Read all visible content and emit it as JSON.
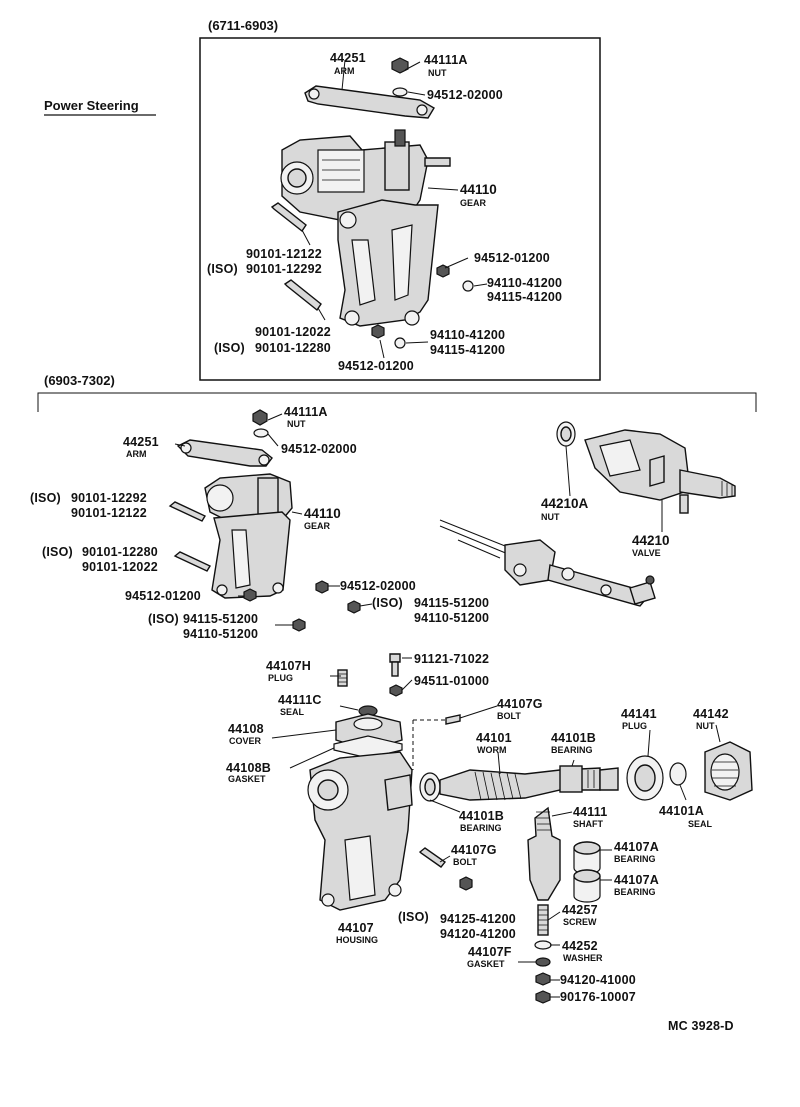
{
  "title": "Power Steering",
  "doc_code": "MC 3928-D",
  "sections": {
    "early": "(6711-6903)",
    "late": "(6903-7302)"
  },
  "parts": {
    "p44251a": {
      "num": "44251",
      "name": "ARM"
    },
    "p44111A_a": {
      "num": "44111A",
      "name": "NUT"
    },
    "p94512_02000_a": {
      "num": "94512-02000"
    },
    "p44110_a": {
      "num": "44110",
      "name": "GEAR"
    },
    "p90101_12122_a": {
      "num": "90101-12122"
    },
    "p90101_12292_a": {
      "num": "90101-12292",
      "prefix": "(ISO)"
    },
    "p94512_01200_a": {
      "num": "94512-01200"
    },
    "p94110_41200_a": {
      "num": "94110-41200"
    },
    "p94115_41200_a": {
      "num": "94115-41200"
    },
    "p90101_12022_a": {
      "num": "90101-12022"
    },
    "p90101_12280_a": {
      "num": "90101-12280",
      "prefix": "(ISO)"
    },
    "p94110_41200_b": {
      "num": "94110-41200"
    },
    "p94115_41200_b": {
      "num": "94115-41200"
    },
    "p94512_01200_b": {
      "num": "94512-01200"
    },
    "p44111A_b": {
      "num": "44111A",
      "name": "NUT"
    },
    "p44251b": {
      "num": "44251",
      "name": "ARM"
    },
    "p94512_02000_b": {
      "num": "94512-02000"
    },
    "p90101_12292_b": {
      "num": "90101-12292",
      "prefix": "(ISO)"
    },
    "p90101_12122_b": {
      "num": "90101-12122"
    },
    "p44110_b": {
      "num": "44110",
      "name": "GEAR"
    },
    "p90101_12280_b": {
      "num": "90101-12280",
      "prefix": "(ISO)"
    },
    "p90101_12022_b": {
      "num": "90101-12022"
    },
    "p94512_02000_c": {
      "num": "94512-02000"
    },
    "p94512_01200_c": {
      "num": "94512-01200"
    },
    "p94115_51200_a": {
      "num": "94115-51200",
      "prefix": "(ISO)"
    },
    "p94110_51200_a": {
      "num": "94110-51200"
    },
    "p94115_51200_b": {
      "num": "94115-51200",
      "prefix": "(ISO)"
    },
    "p94110_51200_b": {
      "num": "94110-51200"
    },
    "p44210A": {
      "num": "44210A",
      "name": "NUT"
    },
    "p44210": {
      "num": "44210",
      "name": "VALVE"
    },
    "p44107H": {
      "num": "44107H",
      "name": "PLUG"
    },
    "p91121": {
      "num": "91121-71022"
    },
    "p94511": {
      "num": "94511-01000"
    },
    "p44111C": {
      "num": "44111C",
      "name": "SEAL"
    },
    "p44107G_a": {
      "num": "44107G",
      "name": "BOLT"
    },
    "p44108": {
      "num": "44108",
      "name": "COVER"
    },
    "p44108B": {
      "num": "44108B",
      "name": "GASKET"
    },
    "p44101": {
      "num": "44101",
      "name": "WORM"
    },
    "p44101B_a": {
      "num": "44101B",
      "name": "BEARING"
    },
    "p44141": {
      "num": "44141",
      "name": "PLUG"
    },
    "p44142": {
      "num": "44142",
      "name": "NUT"
    },
    "p44101B_b": {
      "num": "44101B",
      "name": "BEARING"
    },
    "p44101A": {
      "num": "44101A",
      "name": "SEAL"
    },
    "p44111": {
      "num": "44111",
      "name": "SHAFT"
    },
    "p44107A_a": {
      "num": "44107A",
      "name": "BEARING"
    },
    "p44107A_b": {
      "num": "44107A",
      "name": "BEARING"
    },
    "p44107G_b": {
      "num": "44107G",
      "name": "BOLT"
    },
    "p44107": {
      "num": "44107",
      "name": "HOUSING"
    },
    "p94125": {
      "num": "94125-41200",
      "prefix": "(ISO)"
    },
    "p94120_41200": {
      "num": "94120-41200"
    },
    "p44257": {
      "num": "44257",
      "name": "SCREW"
    },
    "p44252": {
      "num": "44252",
      "name": "WASHER"
    },
    "p44107F": {
      "num": "44107F",
      "name": "GASKET"
    },
    "p94120_41000": {
      "num": "94120-41000"
    },
    "p90176": {
      "num": "90176-10007"
    }
  }
}
